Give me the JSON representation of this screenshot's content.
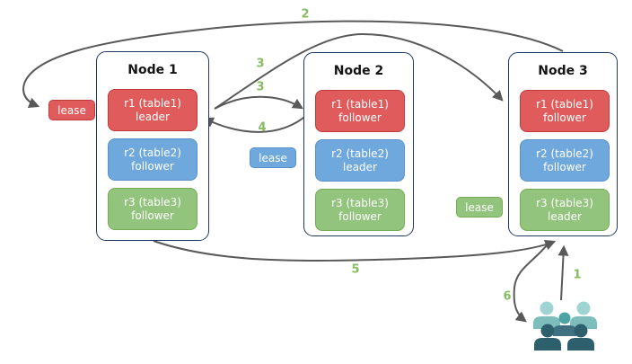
{
  "diagram": {
    "nodes": [
      {
        "title": "Node 1",
        "replicas": [
          {
            "label": "r1 (table1)",
            "role": "leader",
            "color": "#E05C5C"
          },
          {
            "label": "r2 (table2)",
            "role": "follower",
            "color": "#6FA8DC"
          },
          {
            "label": "r3 (table3)",
            "role": "follower",
            "color": "#93C47D"
          }
        ]
      },
      {
        "title": "Node 2",
        "replicas": [
          {
            "label": "r1 (table1)",
            "role": "follower",
            "color": "#E05C5C"
          },
          {
            "label": "r2 (table2)",
            "role": "leader",
            "color": "#6FA8DC"
          },
          {
            "label": "r3 (table3)",
            "role": "follower",
            "color": "#93C47D"
          }
        ]
      },
      {
        "title": "Node 3",
        "replicas": [
          {
            "label": "r1 (table1)",
            "role": "follower",
            "color": "#E05C5C"
          },
          {
            "label": "r2 (table2)",
            "role": "follower",
            "color": "#6FA8DC"
          },
          {
            "label": "r3 (table3)",
            "role": "leader",
            "color": "#93C47D"
          }
        ]
      }
    ],
    "leases": [
      {
        "label": "lease",
        "color": "#E05C5C"
      },
      {
        "label": "lease",
        "color": "#6FA8DC"
      },
      {
        "label": "lease",
        "color": "#93C47D"
      }
    ],
    "steps": {
      "s1": "1",
      "s2": "2",
      "s3a": "3",
      "s3b": "3",
      "s4": "4",
      "s5": "5",
      "s6": "6"
    },
    "icons": {
      "users_group": "users-group-icon"
    },
    "colors": {
      "node_border": "#1F3864",
      "arrow": "#595959",
      "step_number": "#86BB61",
      "people_light_head": "#9FD4D2",
      "people_light_body": "#7DBDBB",
      "people_mid_head": "#4BA3A3",
      "people_mid_body": "#3E7082",
      "people_dark": "#2E5F6D"
    }
  }
}
